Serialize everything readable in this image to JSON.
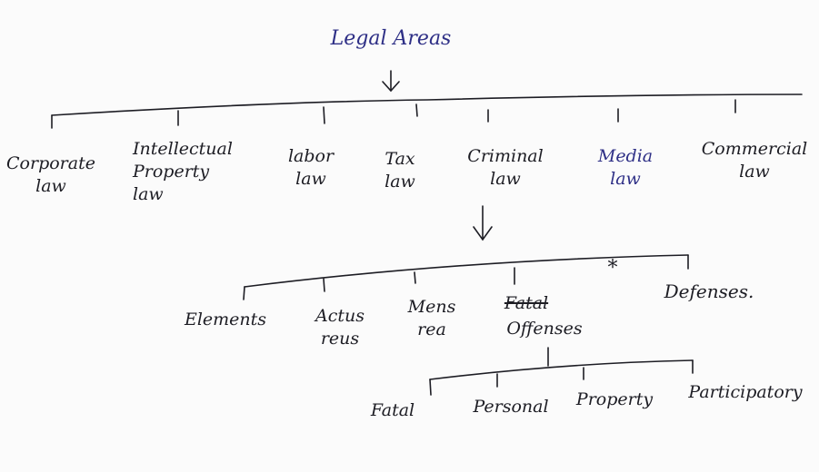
{
  "root": {
    "label": "Legal Areas"
  },
  "legal_areas": [
    {
      "label": "Corporate\nlaw"
    },
    {
      "label": "Intellectual\nProperty\nlaw"
    },
    {
      "label": "labor\nlaw"
    },
    {
      "label": "Tax\nlaw"
    },
    {
      "label": "Criminal\nlaw"
    },
    {
      "label": "Media\nlaw"
    },
    {
      "label": "Commercial\nlaw"
    }
  ],
  "criminal_law": {
    "star": "*",
    "children": [
      {
        "label": "Elements"
      },
      {
        "label": "Actus\nreus"
      },
      {
        "label": "Mens\nrea"
      },
      {
        "label": "Offenses",
        "crossed_out": "Fatal"
      },
      {
        "label": "Defenses."
      }
    ]
  },
  "offenses": [
    {
      "label": "Fatal"
    },
    {
      "label": "Personal"
    },
    {
      "label": "Property"
    },
    {
      "label": "Participatory"
    }
  ],
  "colors": {
    "ink_blue": "#2e2f86",
    "ink_black": "#1d1d24",
    "paper": "#fbfbfb"
  }
}
